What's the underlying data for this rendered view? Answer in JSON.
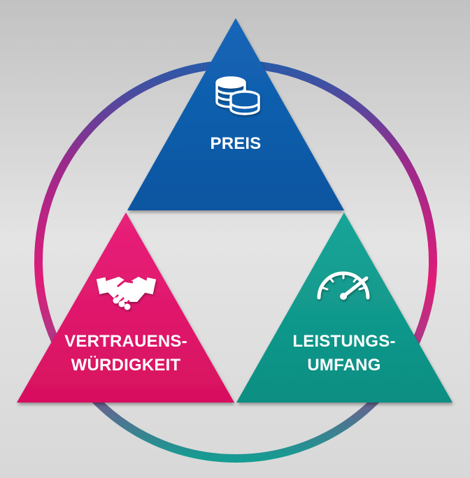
{
  "diagram": {
    "colors": {
      "background_top": "#c2c2c2",
      "background_bottom": "#e6e6e6",
      "blue": "#0e5fae",
      "magenta": "#e2166e",
      "teal": "#119c8f",
      "icon": "#ffffff"
    },
    "nodes": [
      {
        "id": "preis",
        "lines": [
          "PREIS"
        ],
        "icon": "coins-icon",
        "color": "#0e5fae"
      },
      {
        "id": "vertrauenswuerdigkeit",
        "lines": [
          "VERTRAUENS-",
          "WÜRDIGKEIT"
        ],
        "icon": "handshake-icon",
        "color": "#e2166e"
      },
      {
        "id": "leistungsumfang",
        "lines": [
          "LEISTUNGS-",
          "UMFANG"
        ],
        "icon": "speedometer-icon",
        "color": "#119c8f"
      }
    ]
  }
}
